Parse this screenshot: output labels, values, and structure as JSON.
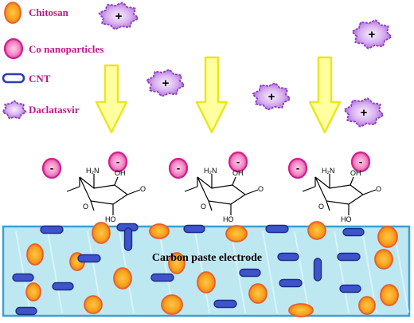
{
  "legend": {
    "chitosan": "Chitosan",
    "co_nanoparticles": "Co nanoparticles",
    "cnt": "CNT",
    "daclatasvir": "Daclatasvir"
  },
  "symbols": {
    "positive": "+",
    "negative": "-"
  },
  "chitosan_labels": {
    "nh2": "H₂N",
    "oh": "OH",
    "ho": "HO",
    "o": "O"
  },
  "electrode": {
    "label": "Carbon paste electrode"
  },
  "colors": {
    "chitosan_fill": "#f7a21b",
    "chitosan_edge": "#e8602c",
    "co_fill": "#f58ac7",
    "co_edge": "#d21f8c",
    "cnt_fill": "#3f54c9",
    "cnt_edge": "#1b2c8a",
    "drug_fill": "#d9a9ee",
    "drug_edge": "#8e3ac7",
    "arrow_fill": "#ffffa0",
    "arrow_edge": "#e8e81a",
    "electrode_fill": "#bde8f2",
    "electrode_edge": "#3f9fd0",
    "legend_text": "#c0188a"
  }
}
